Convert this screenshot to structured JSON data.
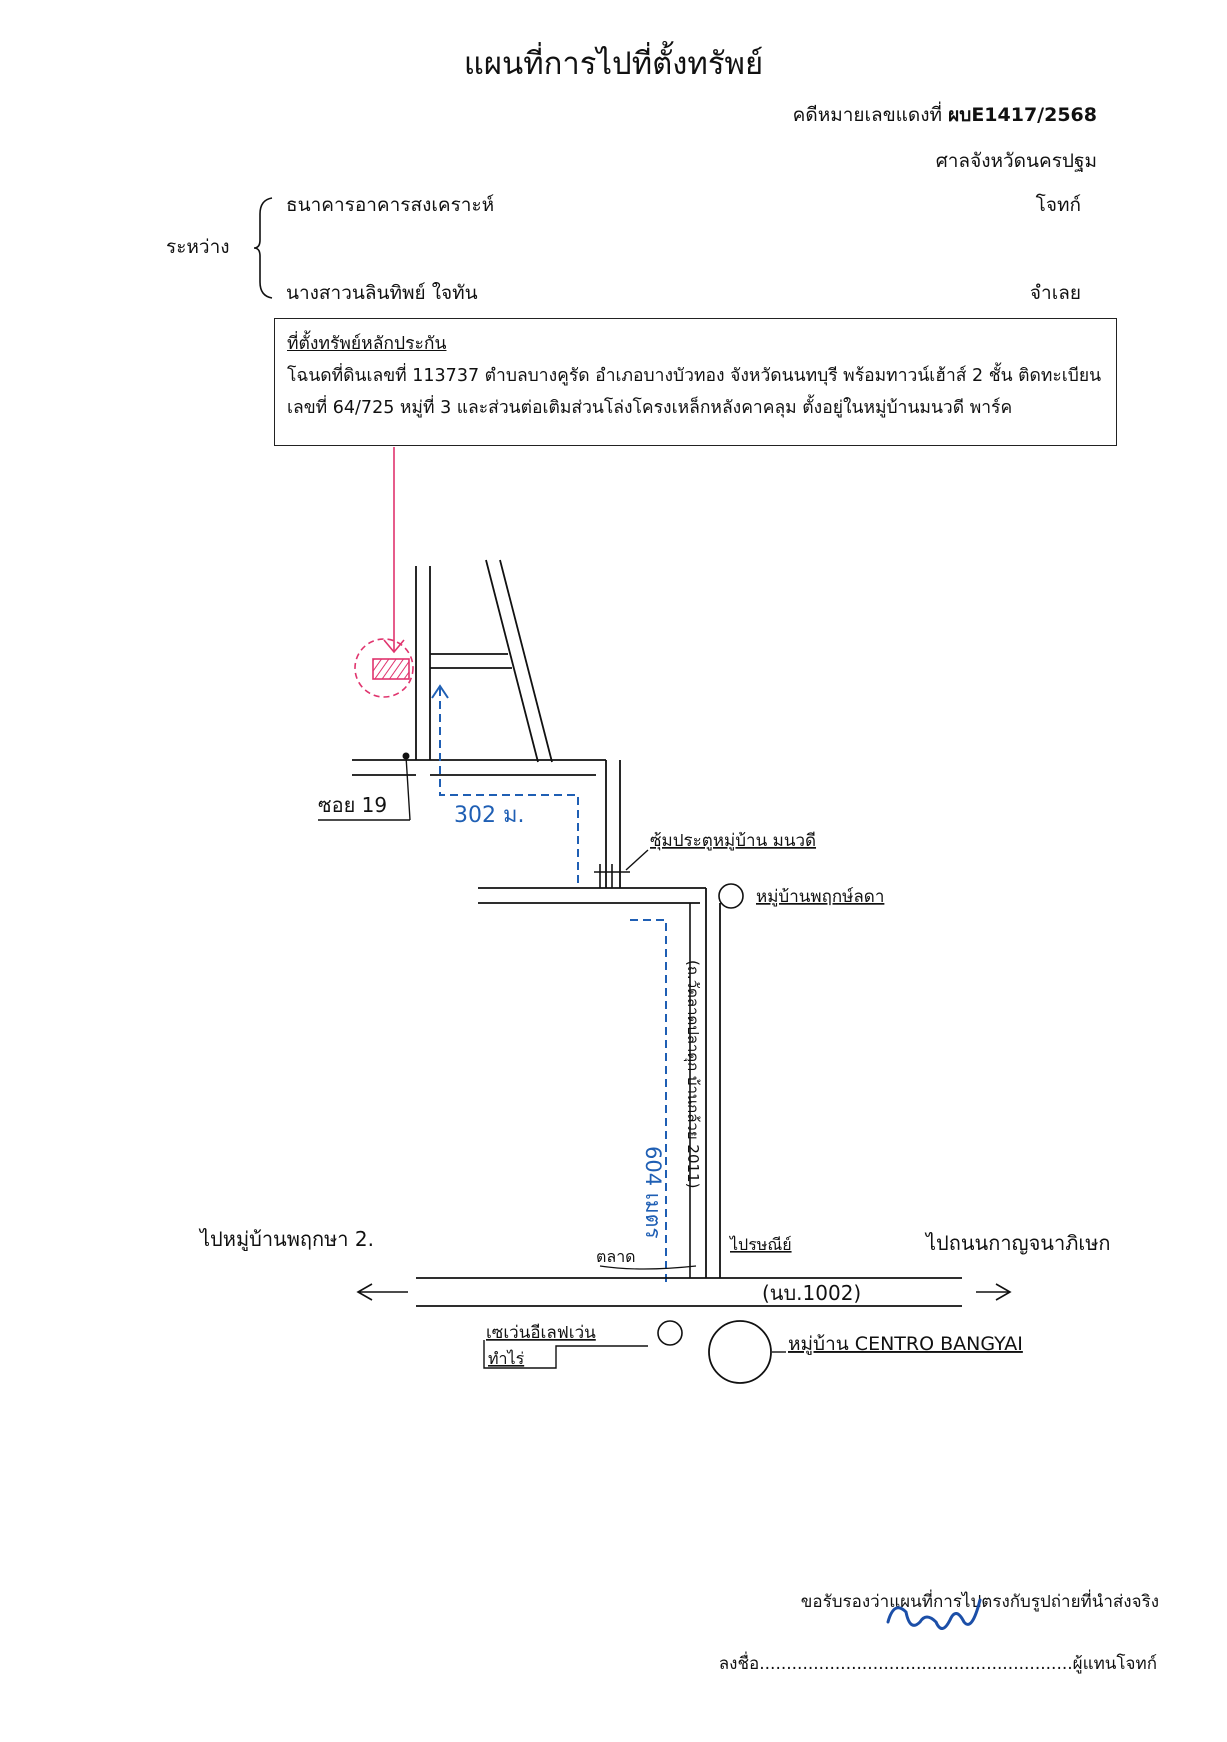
{
  "document": {
    "title": "แผนที่การไปที่ตั้งทรัพย์",
    "case_label": "คดีหมายเลขแดงที่",
    "case_number": "ผบE1417/2568",
    "court": "ศาลจังหวัดนครปฐม",
    "between_label": "ระหว่าง",
    "plaintiff": {
      "name": "ธนาคารอาคารสงเคราะห์",
      "role": "โจทก์"
    },
    "defendant": {
      "name": "นางสาวนลินทิพย์  ใจทัน",
      "role": "จำเลย"
    }
  },
  "property_box": {
    "heading": "ที่ตั้งทรัพย์หลักประกัน",
    "line1": "โฉนดที่ดินเลขที่ 113737 ตำบลบางคูรัด อำเภอบางบัวทอง จังหวัดนนทบุรี พร้อมทาวน์เฮ้าส์ 2 ชั้น ติดทะเบียน",
    "line2": "เลขที่ 64/725 หมู่ที่ 3 และส่วนต่อเติมส่วนโล่งโครงเหล็กหลังคาคลุม ตั้งอยู่ในหมู่บ้านมนวดี พาร์ค"
  },
  "map_labels": {
    "soi": "ซอย 19",
    "dist_short": "302 ม.",
    "gate": "ซุ้มประตูหมู่บ้าน มนวดี",
    "village_top": "หมู่บ้านพฤกษ์ลดา",
    "dist_long": "604 เมตร",
    "side_road": "(ถ.วัดลาดปลาดุก บ้านกล้วย 2011)",
    "left_dest": "ไปหมู่บ้านพฤกษา 2.",
    "right_dest": "ไปถนนกาญจนาภิเษก",
    "marker_left": "ตลาด",
    "marker_right": "ไปรษณีย์",
    "main_road": "(นบ.1002)",
    "seven": "เซเว่นอีเลฟเว่น",
    "seven_sub": "ทำไร่",
    "village_bottom": "หมู่บ้าน CENTRO BANGYAI"
  },
  "footer": {
    "certify": "ขอรับรองว่าแผนที่การไปตรงกับรูปถ่ายที่นำส่งจริง",
    "sign_label": "ลงชื่อ",
    "sign_dots": "..........................................................",
    "sign_role": "ผู้แทนโจทก์"
  },
  "colors": {
    "ink": "#111111",
    "route_blue": "#1f5fb4",
    "marker_pink": "#e0346e",
    "signature_blue": "#1c4fa8"
  }
}
